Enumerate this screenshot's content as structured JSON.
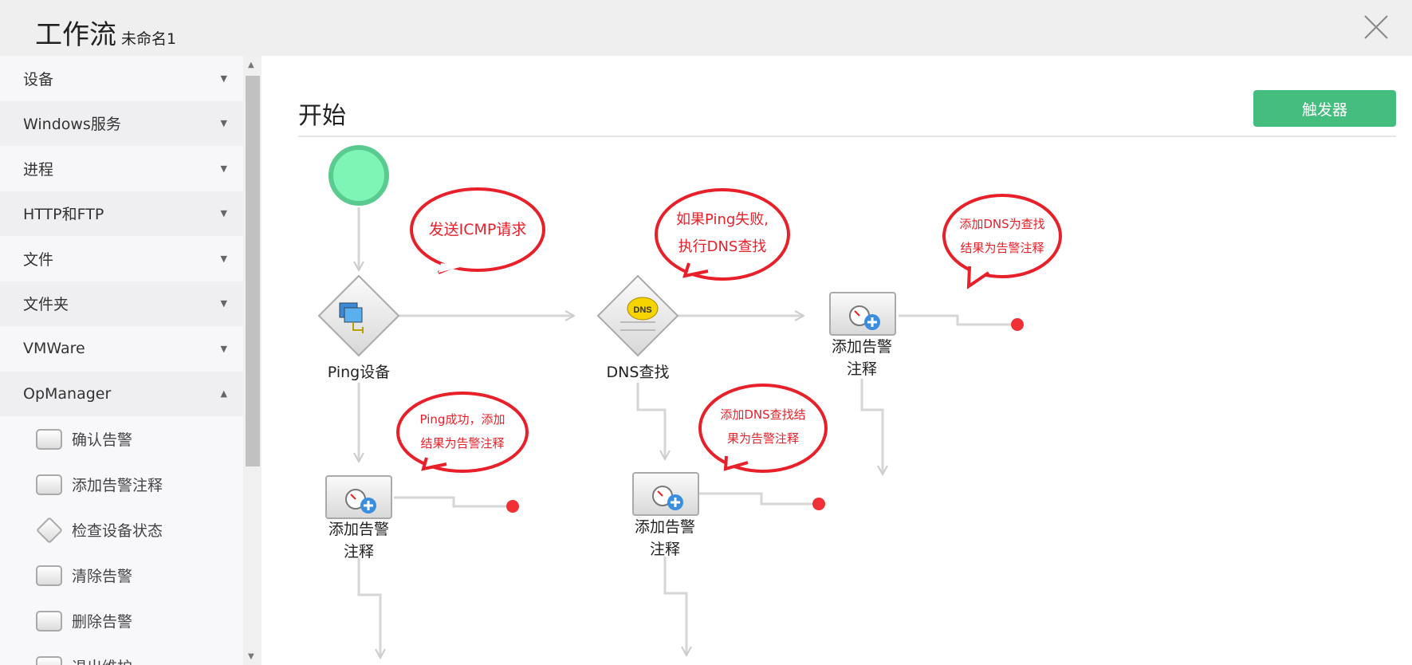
{
  "header": {
    "title": "工作流",
    "subtitle": "未命名1"
  },
  "sidebar": {
    "categories": [
      {
        "label": "设备",
        "expanded": false
      },
      {
        "label": "Windows服务",
        "expanded": false
      },
      {
        "label": "进程",
        "expanded": false
      },
      {
        "label": "HTTP和FTP",
        "expanded": false
      },
      {
        "label": "文件",
        "expanded": false
      },
      {
        "label": "文件夹",
        "expanded": false
      },
      {
        "label": "VMWare",
        "expanded": false
      },
      {
        "label": "OpManager",
        "expanded": true
      }
    ],
    "opmanager_items": [
      {
        "label": "确认告警",
        "icon": "task-box-icon"
      },
      {
        "label": "添加告警注释",
        "icon": "task-box-icon"
      },
      {
        "label": "检查设备状态",
        "icon": "decision-diamond-icon"
      },
      {
        "label": "清除告警",
        "icon": "task-box-icon"
      },
      {
        "label": "删除告警",
        "icon": "task-box-icon"
      },
      {
        "label": "退出维护",
        "icon": "task-box-icon"
      }
    ]
  },
  "main": {
    "title": "开始",
    "trigger_label": "触发器"
  },
  "nodes": {
    "ping": "Ping设备",
    "dns": "DNS查找",
    "alarm_note_line1": "添加告警",
    "alarm_note_line2": "注释"
  },
  "callouts": {
    "c1": [
      "发送ICMP请求"
    ],
    "c2": [
      "如果Ping失败,",
      "执行DNS查找"
    ],
    "c3": [
      "添加DNS为查找",
      "结果为告警注释"
    ],
    "c4": [
      "Ping成功，添加",
      "结果为告警注释"
    ],
    "c5": [
      "添加DNS查找结",
      "果为告警注释"
    ]
  },
  "colors": {
    "accent": "#45bd7e",
    "start": "#7ef5b4",
    "callout": "#e8202a",
    "end": "#f03034"
  }
}
